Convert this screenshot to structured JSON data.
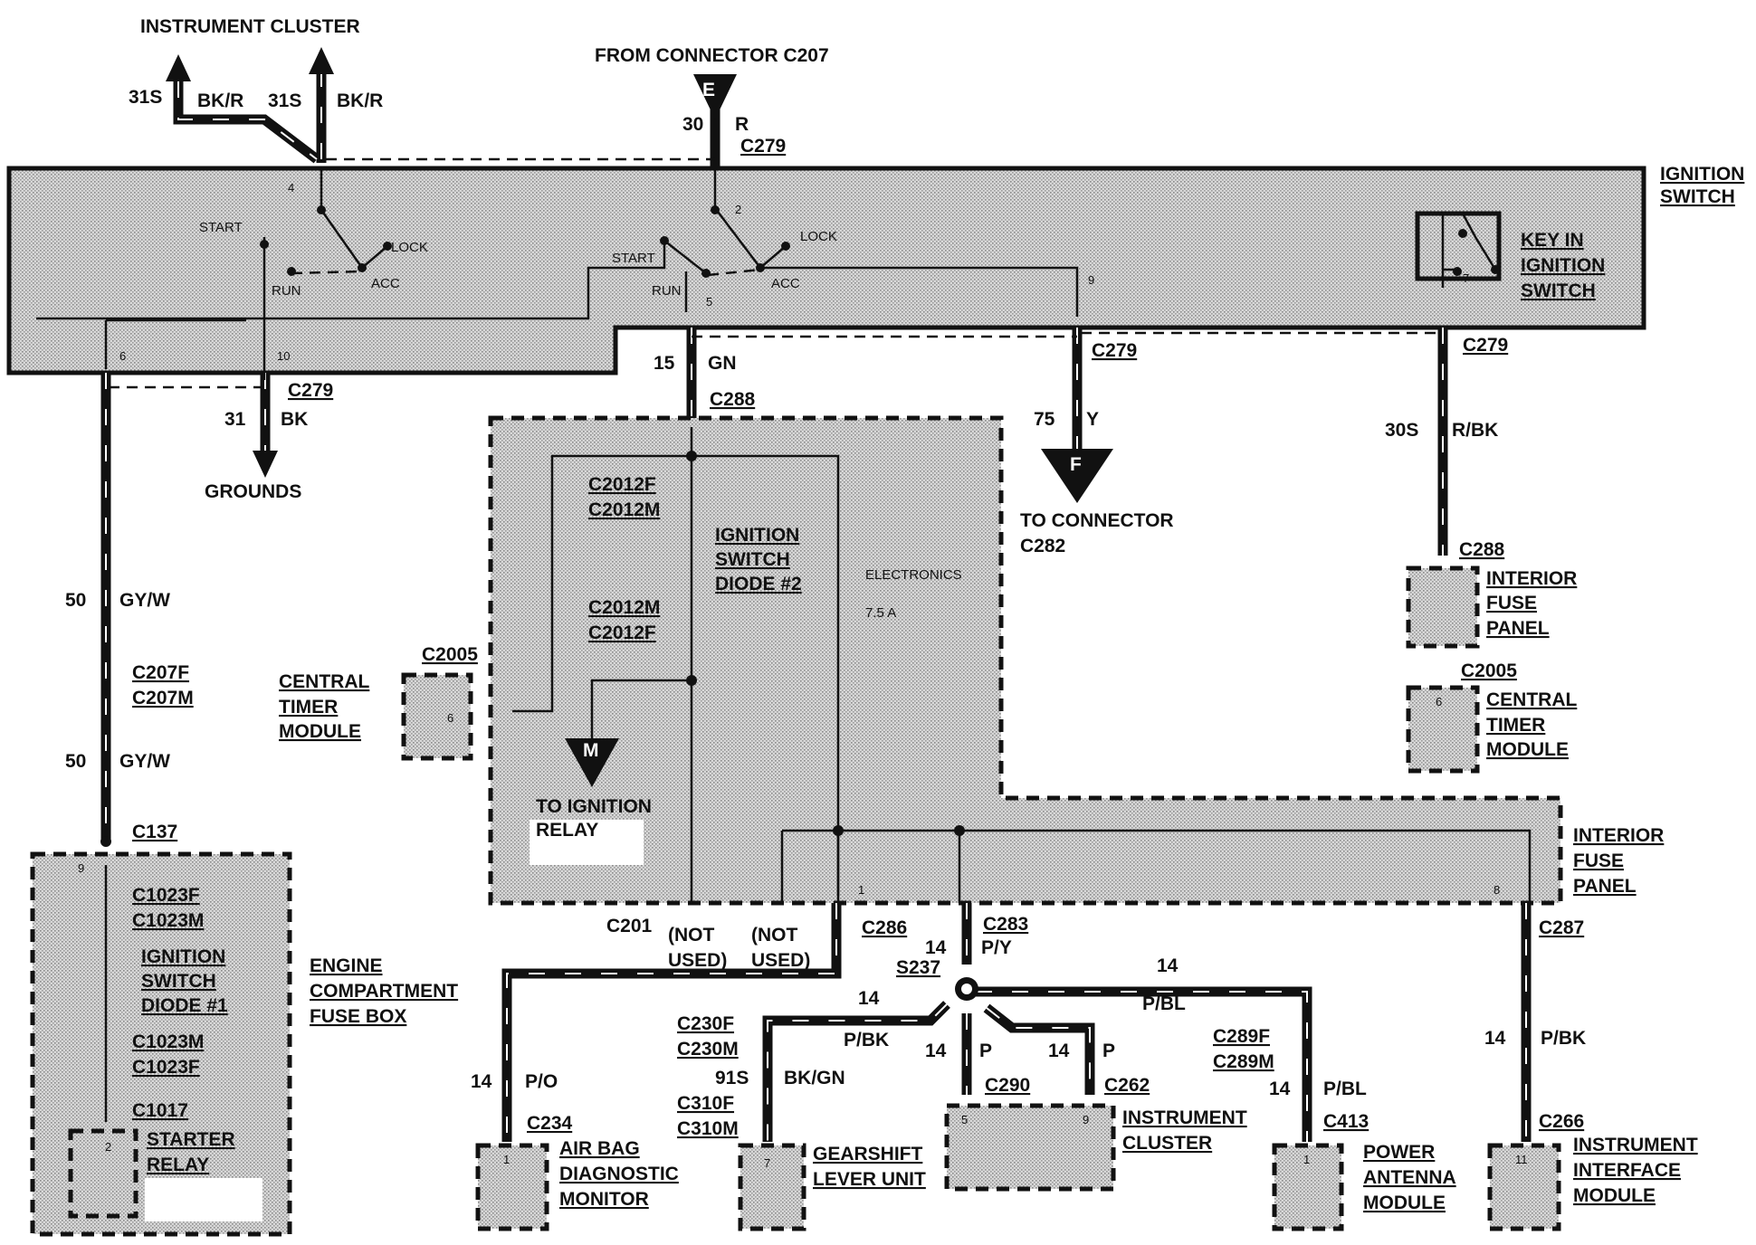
{
  "labels": {
    "instrument_cluster_top": "INSTRUMENT CLUSTER",
    "from_connector": "FROM CONNECTOR C207",
    "ignition_switch": [
      "IGNITION",
      "SWITCH"
    ],
    "key_in_switch": [
      "KEY IN",
      "IGNITION",
      "SWITCH"
    ],
    "grounds": "GROUNDS",
    "to_connector": [
      "TO CONNECTOR",
      "C282"
    ],
    "to_ignition_relay": [
      "TO IGNITION",
      "RELAY"
    ],
    "central_timer_left": [
      "CENTRAL",
      "TIMER",
      "MODULE"
    ],
    "central_timer_right": [
      "CENTRAL",
      "TIMER",
      "MODULE"
    ],
    "interior_fuse_panel_upper": [
      "INTERIOR",
      "FUSE",
      "PANEL"
    ],
    "interior_fuse_panel_lower": [
      "INTERIOR",
      "FUSE",
      "PANEL"
    ],
    "ignition_switch_diode2": [
      "IGNITION",
      "SWITCH",
      "DIODE #2"
    ],
    "ignition_switch_diode1": [
      "IGNITION",
      "SWITCH",
      "DIODE #1"
    ],
    "engine_fuse_box": [
      "ENGINE",
      "COMPARTMENT",
      "FUSE BOX"
    ],
    "starter_relay": [
      "STARTER",
      "RELAY"
    ],
    "air_bag": [
      "AIR BAG",
      "DIAGNOSTIC",
      "MONITOR"
    ],
    "gearshift": [
      "GEARSHIFT",
      "LEVER UNIT"
    ],
    "instrument_cluster_bottom": [
      "INSTRUMENT",
      "CLUSTER"
    ],
    "power_antenna": [
      "POWER",
      "ANTENNA",
      "MODULE"
    ],
    "instrument_interface": [
      "INSTRUMENT",
      "INTERFACE",
      "MODULE"
    ],
    "not_used_1": [
      "(NOT",
      "USED)"
    ],
    "not_used_2": [
      "(NOT",
      "USED)"
    ],
    "electronics_fuse": [
      "ELECTRONICS",
      "7.5 A"
    ],
    "switch_positions": {
      "start": "START",
      "lock": "LOCK",
      "run": "RUN",
      "acc": "ACC"
    },
    "connector_letters": {
      "e": "E",
      "f": "F",
      "m": "M"
    }
  },
  "connectors": {
    "c279_top": "C279",
    "c279_left": "C279",
    "c279_mid": "C279",
    "c279_right": "C279",
    "c288_mid": "C288",
    "c288_right": "C288",
    "c2012f_a": "C2012F",
    "c2012m_a": "C2012M",
    "c2012m_b": "C2012M",
    "c2012f_b": "C2012F",
    "c2005_left": "C2005",
    "c2005_right": "C2005",
    "c207f": "C207F",
    "c207m": "C207M",
    "c137": "C137",
    "c1023f_a": "C1023F",
    "c1023m_a": "C1023M",
    "c1023m_b": "C1023M",
    "c1023f_b": "C1023F",
    "c1017": "C1017",
    "c201": "C201",
    "c286": "C286",
    "c283": "C283",
    "s237": "S237",
    "c287": "C287",
    "c230f": "C230F",
    "c230m": "C230M",
    "c310f": "C310F",
    "c310m": "C310M",
    "c290": "C290",
    "c262": "C262",
    "c289f": "C289F",
    "c289m": "C289M",
    "c413": "C413",
    "c234": "C234",
    "c266": "C266"
  },
  "wires": {
    "w1": {
      "circuit": "31S",
      "color": "BK/R"
    },
    "w2": {
      "circuit": "31S",
      "color": "BK/R"
    },
    "w3": {
      "circuit": "30",
      "color": "R"
    },
    "w4": {
      "circuit": "15",
      "color": "GN"
    },
    "w5": {
      "circuit": "75",
      "color": "Y"
    },
    "w6": {
      "circuit": "31",
      "color": "BK"
    },
    "w7": {
      "circuit": "30S",
      "color": "R/BK"
    },
    "w8": {
      "circuit": "50",
      "color": "GY/W"
    },
    "w9": {
      "circuit": "50",
      "color": "GY/W"
    },
    "w10": {
      "circuit": "14",
      "color": "P/Y"
    },
    "w11": {
      "circuit": "14",
      "color": "P/BL"
    },
    "w12": {
      "circuit": "14",
      "color": "P/BK"
    },
    "w13": {
      "circuit": "91S",
      "color": "BK/GN"
    },
    "w14": {
      "circuit": "14",
      "color": "P"
    },
    "w15": {
      "circuit": "14",
      "color": "P"
    },
    "w16": {
      "circuit": "14",
      "color": "P/BL"
    },
    "w17": {
      "circuit": "14",
      "color": "P/O"
    },
    "w18": {
      "circuit": "14",
      "color": "P/BK"
    }
  },
  "pins": {
    "p4": "4",
    "p2": "2",
    "p5": "5",
    "p9": "9",
    "p6": "6",
    "p10": "10",
    "p7": "7",
    "p_ctm_left": "6",
    "p_ctm_right": "6",
    "p_fuse1": "1",
    "p_fuse8": "8",
    "p_c137": "9",
    "p_starter": "2",
    "p_airbag": "1",
    "p_gear": "7",
    "p_ic5": "5",
    "p_ic9": "9",
    "p_ant": "1",
    "p_iim": "11"
  },
  "colors": {
    "ink": "#111111",
    "fill": "#c9c9c9",
    "background": "#ffffff"
  }
}
